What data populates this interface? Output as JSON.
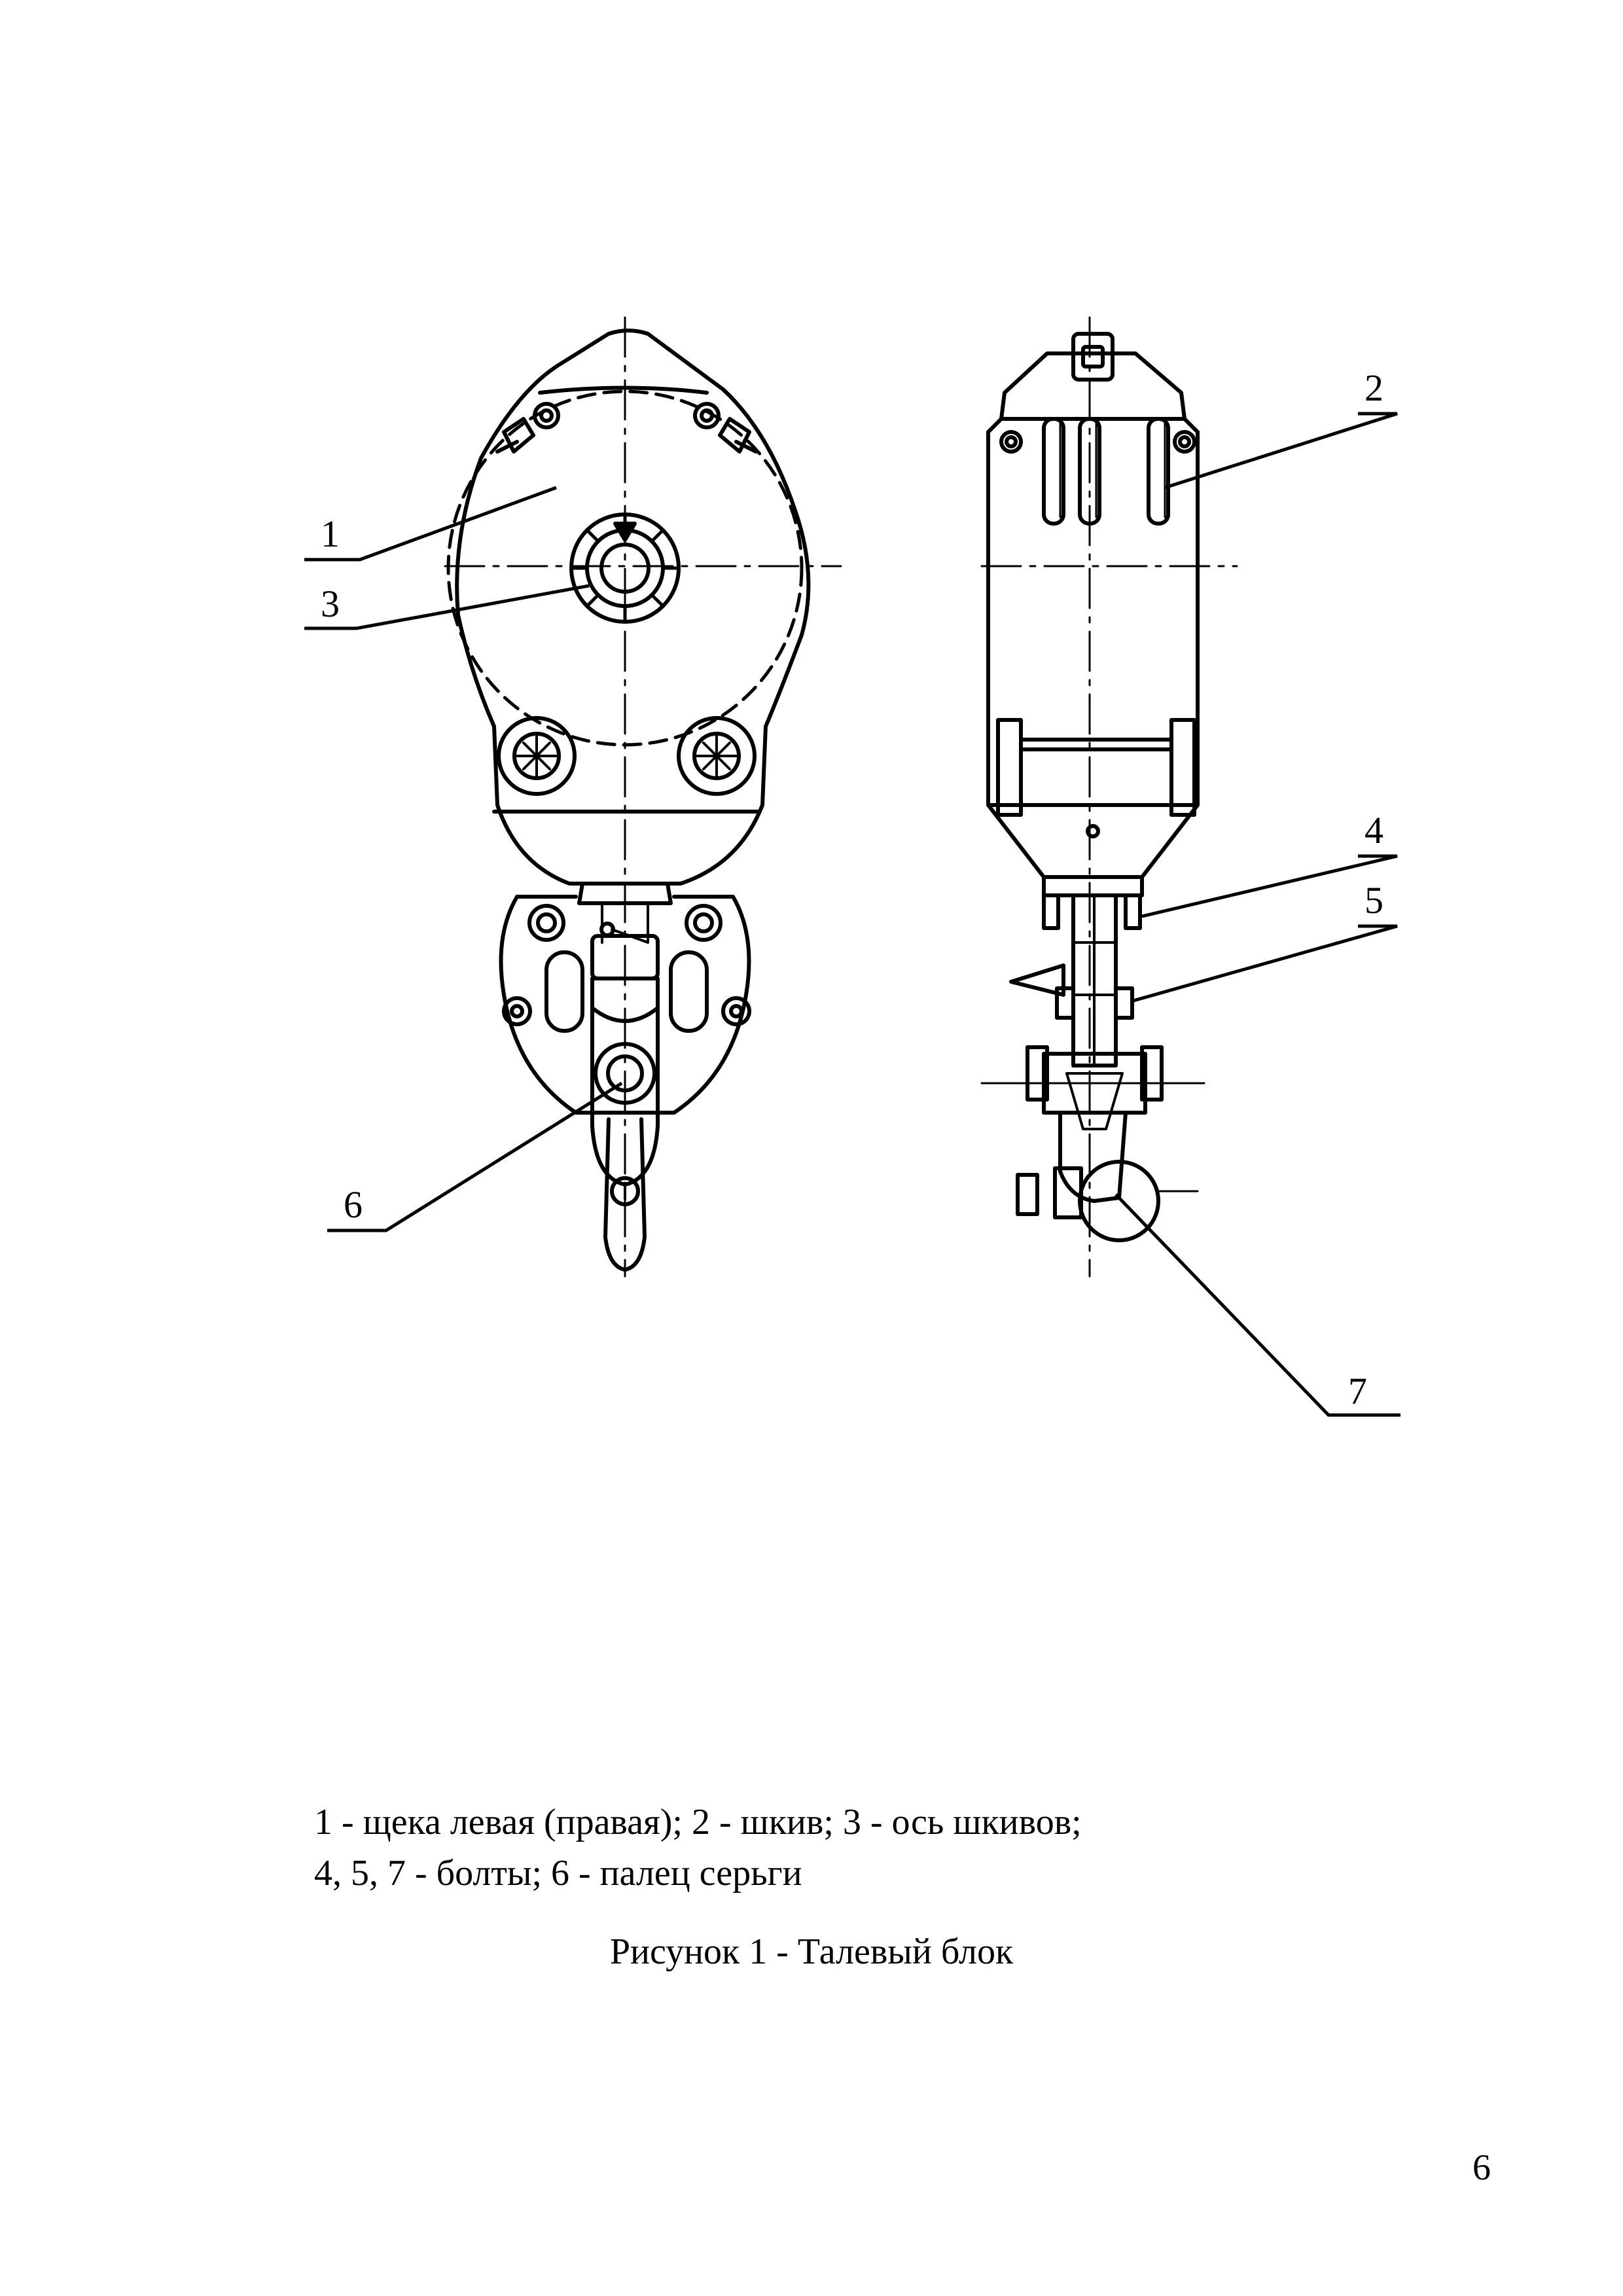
{
  "callouts": {
    "c1": "1",
    "c2": "2",
    "c3": "3",
    "c4": "4",
    "c5": "5",
    "c6": "6",
    "c7": "7"
  },
  "legend": {
    "line1": "1 - щека левая (правая); 2 - шкив; 3 - ось шкивов;",
    "line2": "4, 5, 7 - болты; 6 - палец серьги"
  },
  "caption": "Рисунок 1 - Талевый блок",
  "page_number": "6"
}
